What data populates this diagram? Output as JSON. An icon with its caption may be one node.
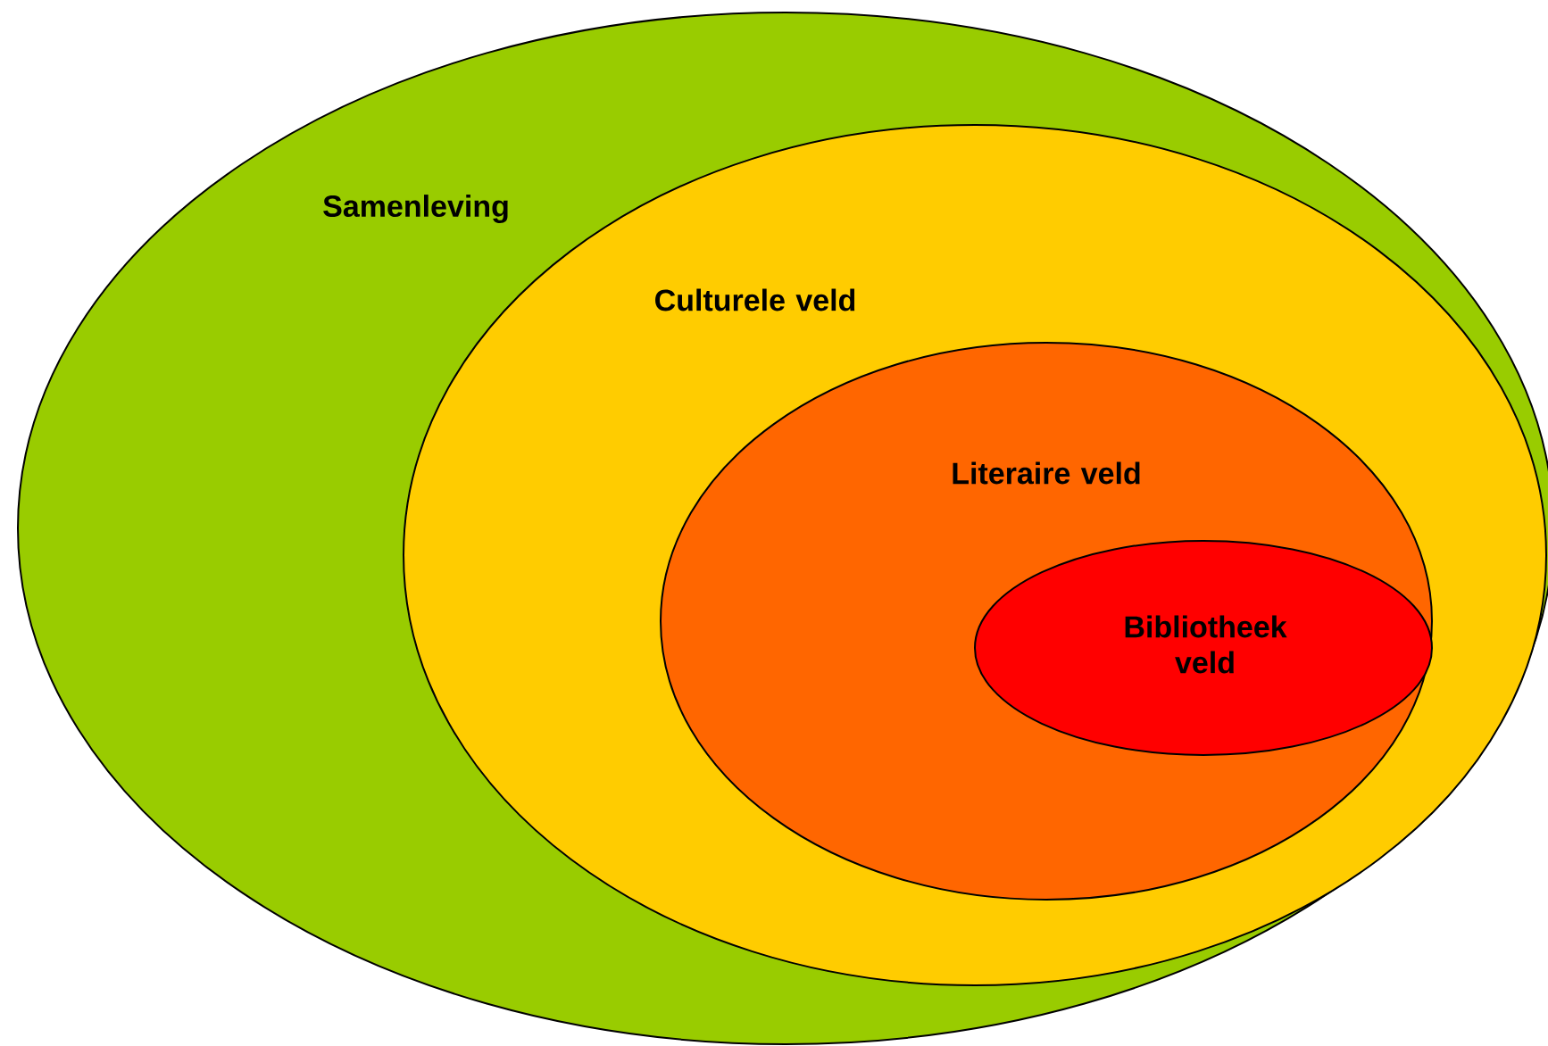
{
  "diagram": {
    "nodes": [
      {
        "text": [
          "Samenleving"
        ]
      },
      {
        "text": [
          "Culturele veld"
        ],
        "in": 0
      },
      {
        "text": [
          "Literaire veld"
        ],
        "in": 1
      },
      {
        "text": [
          "Bibliotheek veld"
        ],
        "in": 2
      }
    ]
  }
}
